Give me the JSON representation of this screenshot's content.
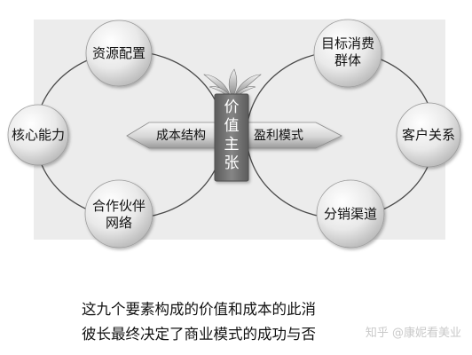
{
  "diagram": {
    "center": [
      "价",
      "值",
      "主",
      "张"
    ],
    "left_arrow_label": "成本结构",
    "right_arrow_label": "盈利模式",
    "nodes": {
      "resources": "资源配置",
      "core_capability": "核心能力",
      "partners": "合作伙伴\n网络",
      "target_customers": "目标消费\n群体",
      "customer_relations": "客户关系",
      "channels": "分销渠道"
    }
  },
  "caption": {
    "line1": "这九个要素构成的价值和成本的此消",
    "line2": "彼长最终决定了商业模式的成功与否"
  },
  "watermark": "知乎 @康妮看美业",
  "colors": {
    "panel": "#ececec",
    "node_light": "#ffffff",
    "node_dark": "#b9b9b9",
    "arrow_light": "#f5f5f5",
    "arrow_dark": "#9a9a9a",
    "center_box": "#6f6f6f"
  }
}
